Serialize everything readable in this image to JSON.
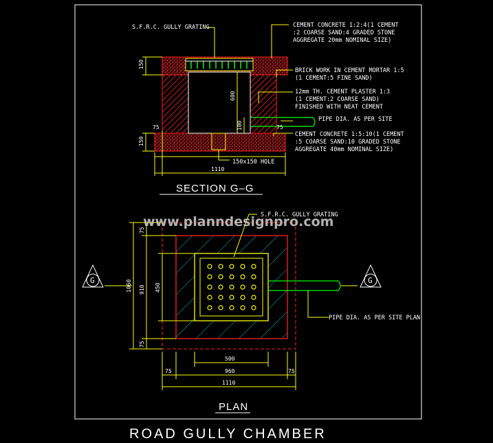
{
  "section": {
    "title": "SECTION  G–G",
    "notes": {
      "grating": "S.F.R.C. GULLY GRATING",
      "cc_top": [
        "CEMENT CONCRETE 1:2:4(1 CEMENT",
        ":2 COARSE SAND:4 GRADED STONE",
        "AGGREGATE 20mm NOMINAL SIZE)"
      ],
      "brick": [
        "BRICK WORK IN CEMENT MORTAR 1:5",
        "(1 CEMENT:5 FINE SAND)"
      ],
      "plaster": [
        "12mm TH. CEMENT PLASTER 1:3",
        "(1 CEMENT:2 COARSE SAND)",
        "FINISHED WITH NEAT CEMENT"
      ],
      "pipe": "PIPE DIA. AS PER SITE",
      "cc_bottom": [
        "CEMENT CONCRETE 1:5:10(1 CEMENT",
        ":5 COARSE SAND:10 GRADED STONE",
        "AGGREGATE 40mm NOMINAL SIZE)"
      ],
      "hole": "150x150 HOLE"
    },
    "dims": {
      "top": "150",
      "bottom": "150",
      "depth": "600",
      "pipe_height": "100",
      "left_offset": "75",
      "right_offset": "75",
      "width": "1110"
    }
  },
  "plan": {
    "title": "PLAN",
    "notes": {
      "grating": "S.F.R.C. GULLY GRATING",
      "pipe": "PIPE DIA. AS PER SITE PLAN"
    },
    "dims": {
      "overall": "1060",
      "inner": "910",
      "grating": "450",
      "top": "75",
      "bottom": "75",
      "width_grating": "500",
      "width_inner": "960",
      "width_overall": "1110",
      "left": "75",
      "right": "75"
    },
    "section_marker": "G"
  },
  "drawing_title": "ROAD GULLY CHAMBER",
  "watermark": "www.planndesignpro.com",
  "colors": {
    "yellow": "#ffff00",
    "red": "#ff2020",
    "green": "#00ff00",
    "cyan": "#00e5ff",
    "white": "#ffffff"
  }
}
